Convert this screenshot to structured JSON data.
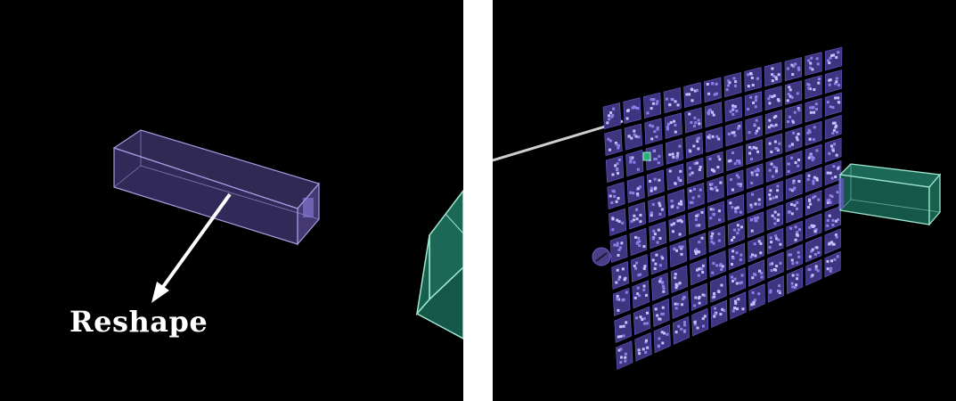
{
  "annotation": {
    "label": "Reshape"
  },
  "colors": {
    "background": "#000000",
    "separator": "#ffffff",
    "tensor_purple": "#6a5acd",
    "tensor_teal": "#1f8a70",
    "arrow": "#ffffff"
  },
  "grid": {
    "rows": 10,
    "columns": 12
  },
  "icons": [
    "arrow",
    "rotate-handle-icon"
  ]
}
